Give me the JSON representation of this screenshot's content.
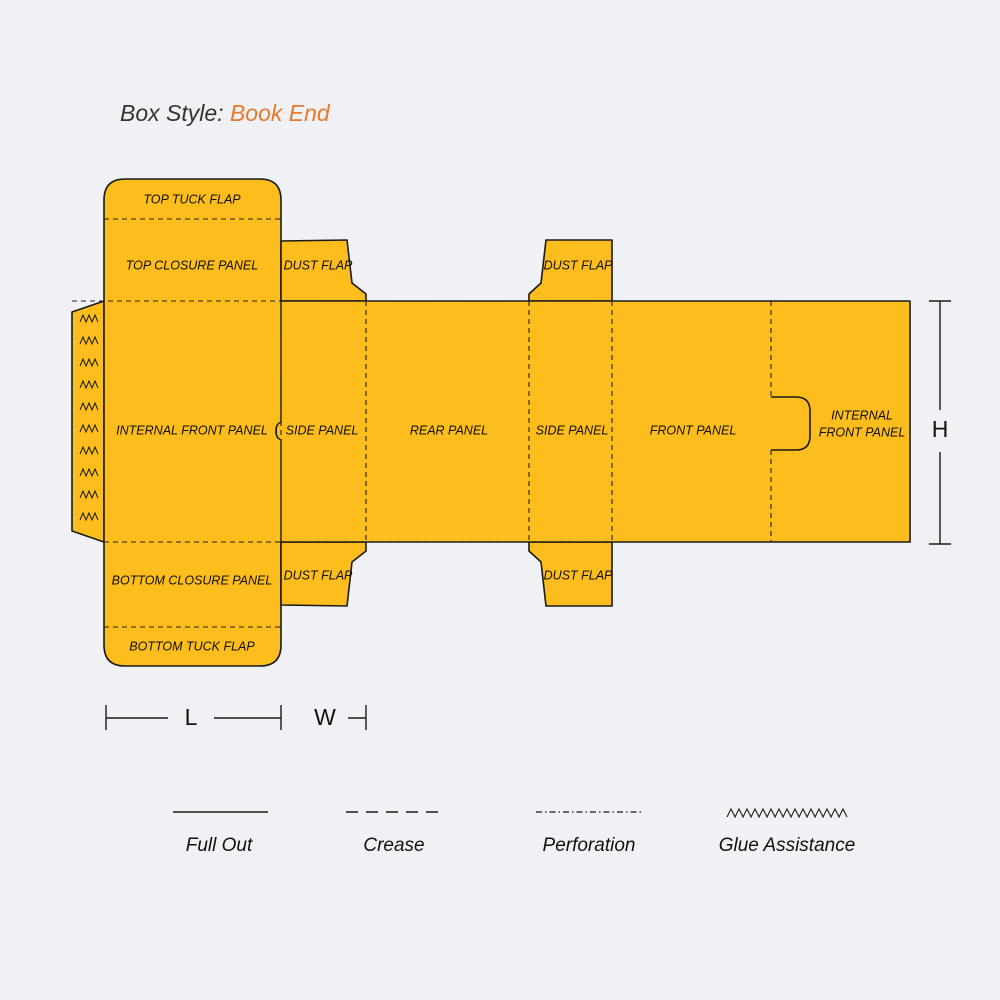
{
  "header": {
    "prefix": "Box Style:",
    "style_name": "Book  End"
  },
  "panels": {
    "top_tuck_flap": "TOP TUCK FLAP",
    "top_closure_panel": "TOP CLOSURE PANEL",
    "dust_flap_top_left": "DUST FLAP",
    "dust_flap_top_right": "DUST FLAP",
    "internal_front_panel_left": "INTERNAL FRONT PANEL",
    "side_panel_left": "SIDE PANEL",
    "rear_panel": "REAR PANEL",
    "side_panel_right": "SIDE PANEL",
    "front_panel": "FRONT PANEL",
    "internal_front_panel_right_line1": "INTERNAL",
    "internal_front_panel_right_line2": "FRONT PANEL",
    "bottom_closure_panel": "BOTTOM CLOSURE PANEL",
    "bottom_tuck_flap": "BOTTOM TUCK FLAP",
    "dust_flap_bottom_left": "DUST FLAP",
    "dust_flap_bottom_right": "DUST FLAP"
  },
  "dimensions": {
    "length": "L",
    "width": "W",
    "height": "H"
  },
  "legend": [
    {
      "label": "Full Out",
      "line": "solid"
    },
    {
      "label": "Crease",
      "line": "dashed"
    },
    {
      "label": "Perforation",
      "line": "dash-dot"
    },
    {
      "label": "Glue Assistance",
      "line": "zigzag"
    }
  ],
  "colors": {
    "panel_fill": "#fdbd1c",
    "title_accent": "#e87a2c",
    "background": "#eff1f4"
  }
}
